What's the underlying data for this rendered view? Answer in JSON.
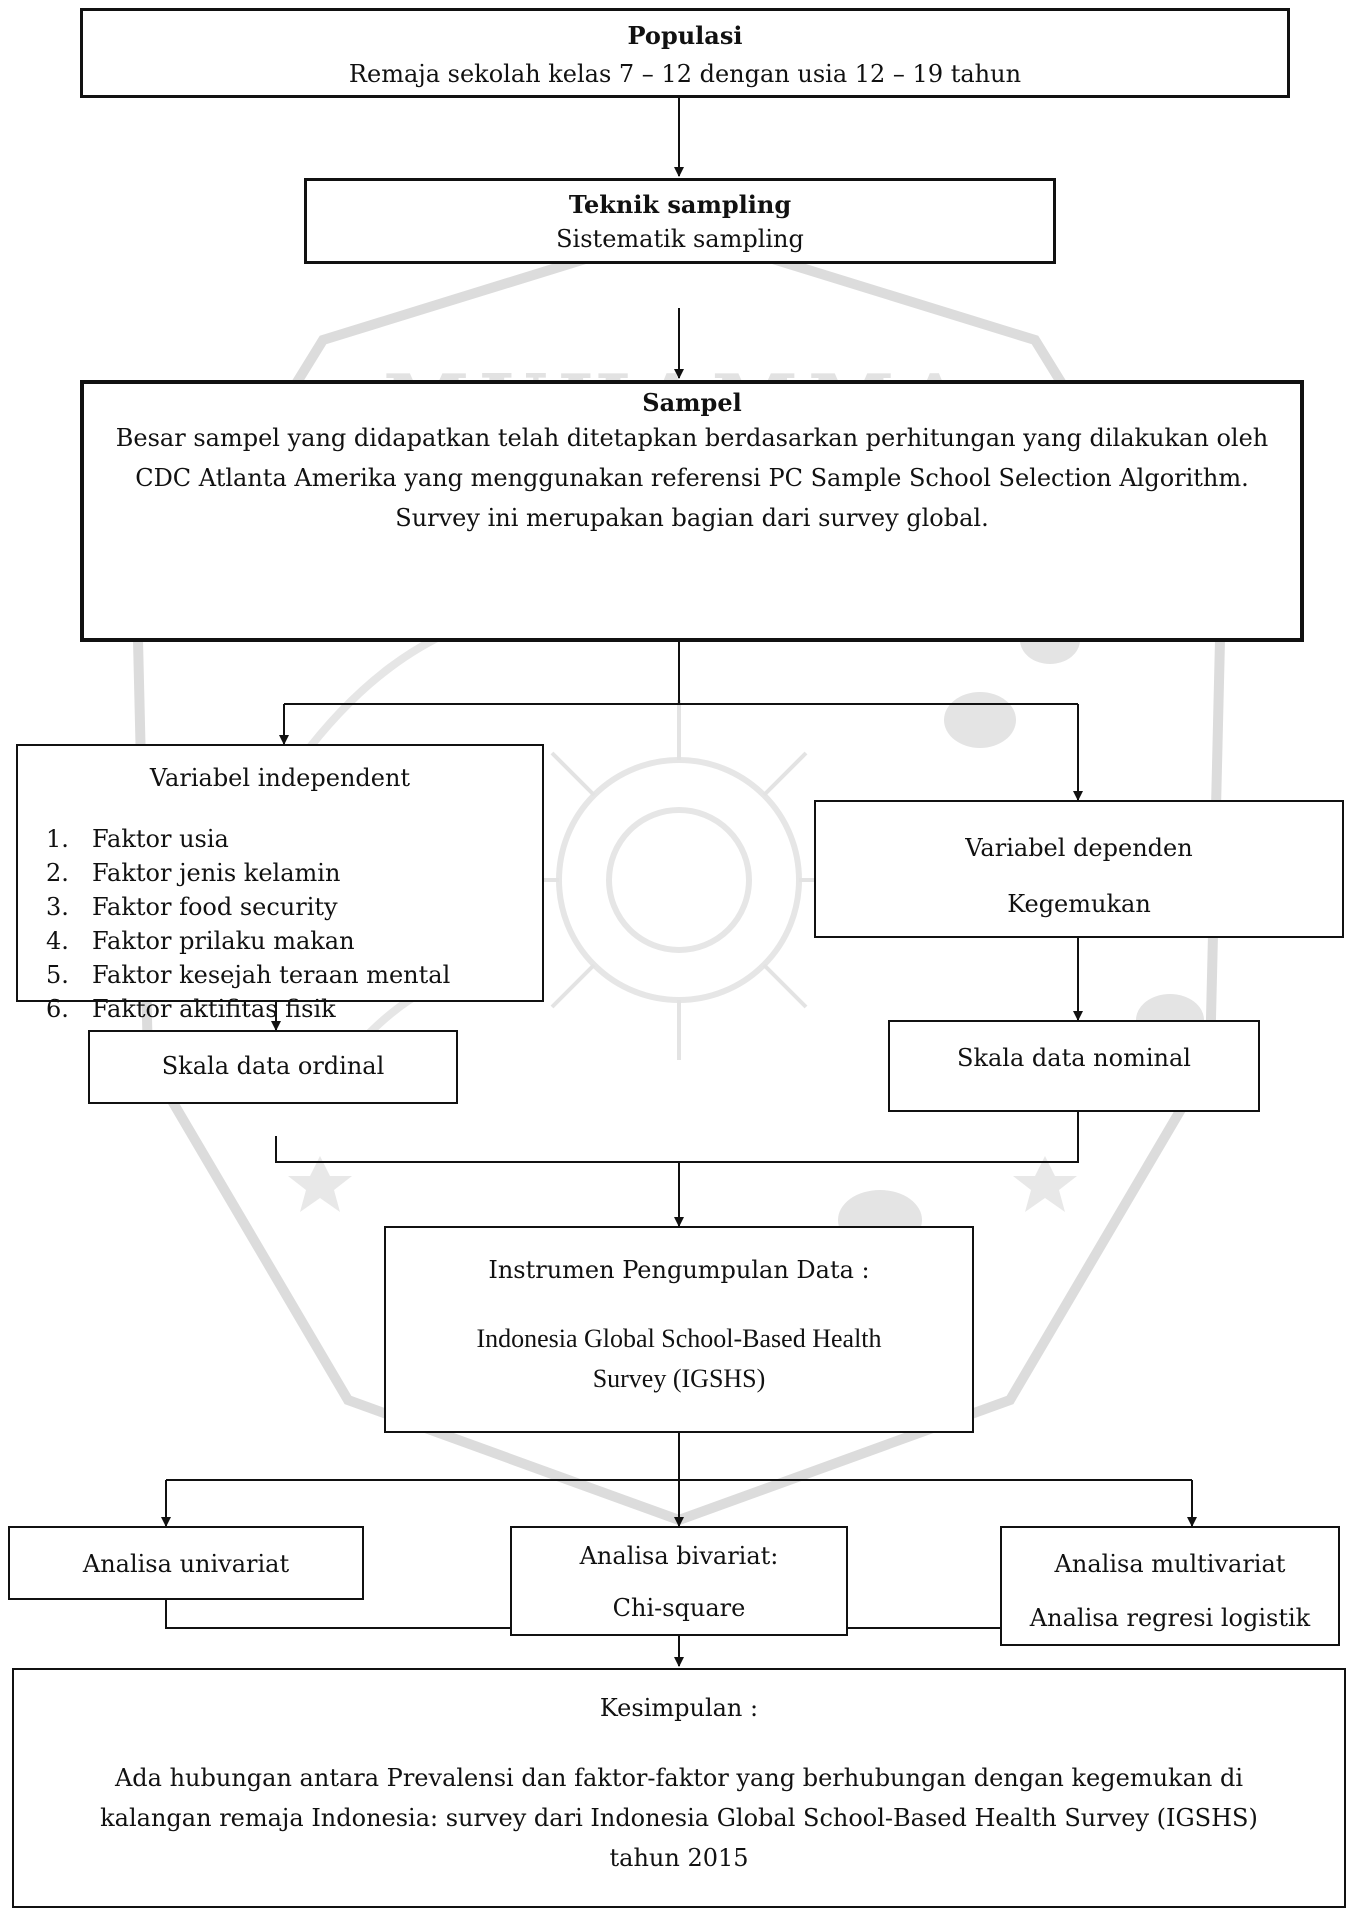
{
  "populasi": {
    "title": "Populasi",
    "text": "Remaja sekolah kelas 7 – 12 dengan usia 12 – 19 tahun"
  },
  "teknik": {
    "title": "Teknik sampling",
    "text": "Sistematik sampling"
  },
  "sampel": {
    "title": "Sampel",
    "lines": [
      "Besar sampel yang didapatkan telah ditetapkan berdasarkan perhitungan yang dilakukan oleh",
      "CDC Atlanta Amerika yang menggunakan referensi PC Sample School Selection Algorithm.",
      "Survey ini merupakan bagian dari survey global."
    ]
  },
  "independent": {
    "title": "Variabel independent",
    "items": [
      {
        "num": "1.",
        "label": "Faktor usia"
      },
      {
        "num": "2.",
        "label": "Faktor jenis kelamin"
      },
      {
        "num": "3.",
        "label": "Faktor food security"
      },
      {
        "num": "4.",
        "label": "Faktor prilaku makan"
      },
      {
        "num": "5.",
        "label": "Faktor kesejah teraan mental"
      },
      {
        "num": "6.",
        "label": "Faktor aktifitas fisik"
      }
    ]
  },
  "dependen": {
    "title": "Variabel dependen",
    "text": "Kegemukan"
  },
  "skala_ordinal": {
    "text": "Skala data ordinal"
  },
  "skala_nominal": {
    "text": "Skala data nominal"
  },
  "instrumen": {
    "title": "Instrumen Pengumpulan Data :",
    "lines": [
      "Indonesia Global School-Based Health",
      "Survey (IGSHS)"
    ]
  },
  "univariat": {
    "text": "Analisa univariat"
  },
  "bivariat": {
    "title": "Analisa bivariat:",
    "text": "Chi-square"
  },
  "multivariat": {
    "title": "Analisa multivariat",
    "text": "Analisa regresi logistik"
  },
  "kesimpulan": {
    "title": "Kesimpulan :",
    "lines": [
      "Ada hubungan antara Prevalensi dan faktor-faktor yang berhubungan dengan kegemukan di",
      "kalangan remaja Indonesia: survey dari Indonesia Global School-Based Health Survey (IGSHS)",
      "tahun 2015"
    ]
  },
  "watermark": {
    "icon": "university-seal-watermark",
    "color": "#d9d9d9",
    "text": "ERSITAS MUHAMMADIYAH"
  }
}
